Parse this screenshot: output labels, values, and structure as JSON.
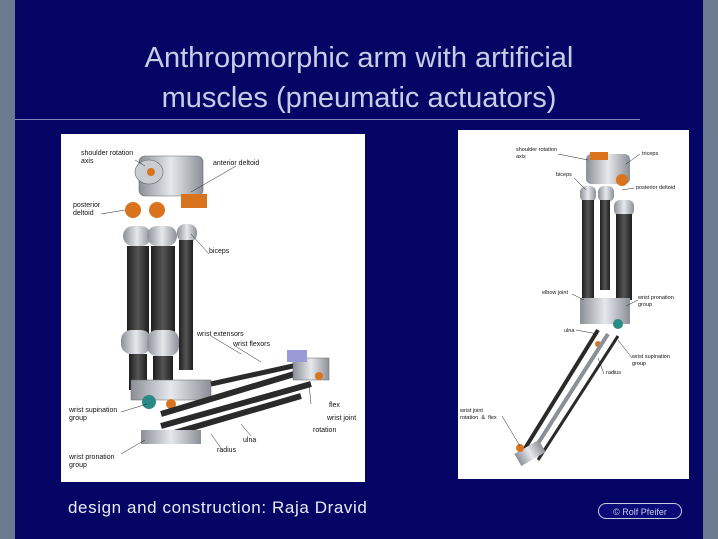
{
  "slide": {
    "title_line1": "Anthropmorphic arm with artificial",
    "title_line2": "muscles (pneumatic actuators)",
    "footer": "design and construction: Raja Dravid",
    "copyright": "© Rolf Pfeifer"
  },
  "left_figure": {
    "labels": {
      "shoulder_rotation": "shoulder rotation\naxis",
      "anterior_deltoid": "anterior deltoid",
      "posterior_deltoid": "posterior\ndeltoid",
      "biceps": "biceps",
      "wrist_extensors": "wrist extensors",
      "wrist_flexors": "wrist flexors",
      "flex": "flex",
      "wrist_joint": "wrist joint",
      "rotation": "rotation",
      "wrist_supination": "wrist supination\ngroup",
      "ulna": "ulna",
      "radius": "radius",
      "wrist_pronation": "wrist pronation\ngroup"
    }
  },
  "right_figure": {
    "labels": {
      "shoulder_rotation": "shoulder rotation\naxis",
      "triceps": "triceps",
      "biceps": "biceps",
      "posterior_deltoid": "posterior deltoid",
      "elbow_joint": "elbow joint",
      "wrist_pronation": "wrist pronation\ngroup",
      "ulna": "ulna",
      "wrist_supination": "wrist supination\ngroup",
      "radius": "radius",
      "wrist_joint": "wrist joint\nrotation  &  flex"
    }
  },
  "colors": {
    "background": "#050565",
    "title": "#c8cde6",
    "muscle": "#3a3a3a",
    "joint_orange": "#d9731e",
    "metal": "#b9bcc2"
  }
}
